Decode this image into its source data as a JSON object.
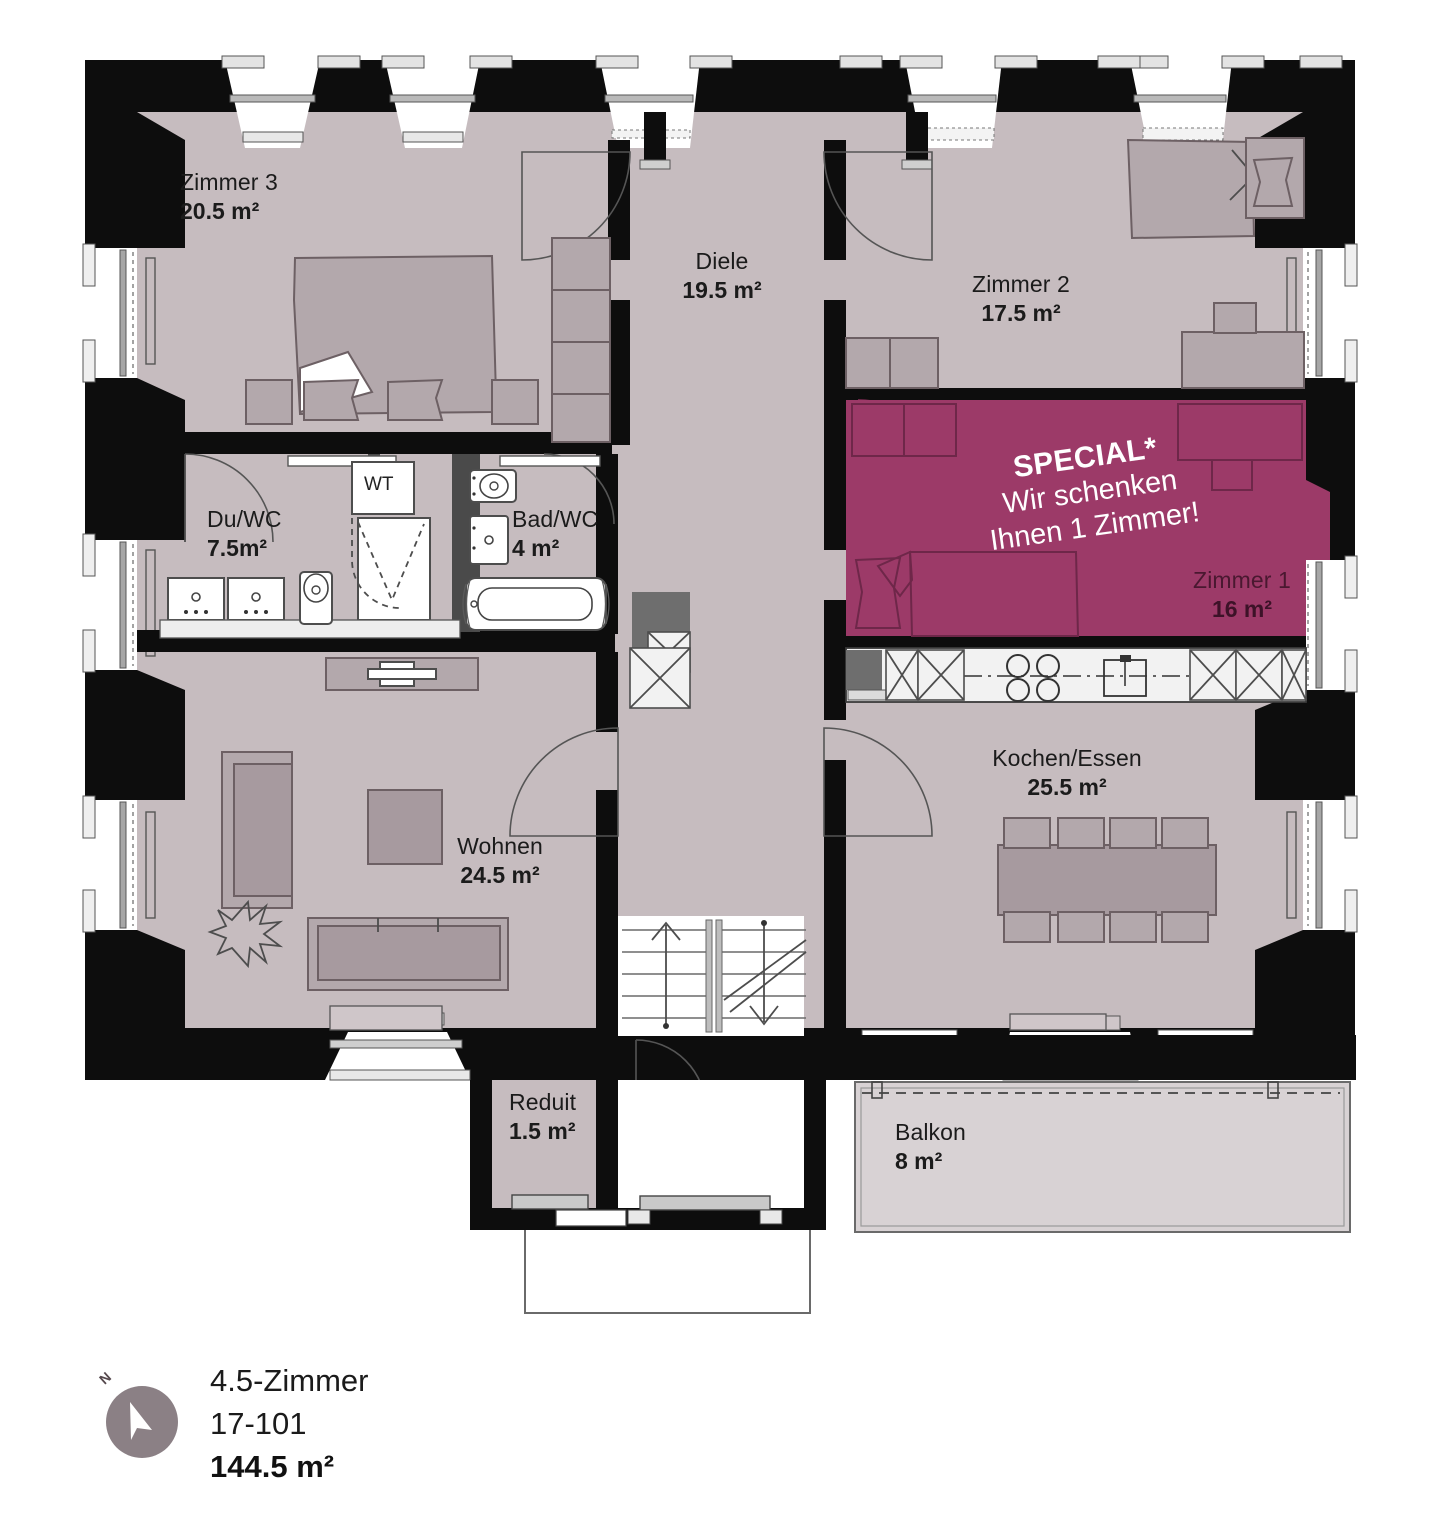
{
  "plan": {
    "title": "Apartment floor plan 4.5-Zimmer 17-101",
    "colors": {
      "wall": "#0d0d0d",
      "floor": "#c6bcbf",
      "floor_light": "#d8d2d4",
      "special_room": "#9c3a68",
      "special_room_dark": "#8e3460",
      "furniture": "#b3a8ac",
      "furniture_line": "#6d6064",
      "white": "#ffffff",
      "compass": "#8b8085",
      "text": "#1b1b1b"
    },
    "rooms": [
      {
        "key": "zimmer3",
        "name": "Zimmer 3",
        "area": "20.5 m²",
        "area_num": 20.5
      },
      {
        "key": "diele",
        "name": "Diele",
        "area": "19.5 m²",
        "area_num": 19.5
      },
      {
        "key": "zimmer2",
        "name": "Zimmer 2",
        "area": "17.5 m²",
        "area_num": 17.5
      },
      {
        "key": "duwc",
        "name": "Du/WC",
        "area": "7.5m²",
        "area_num": 7.5
      },
      {
        "key": "badwc",
        "name": "Bad/WC",
        "area": "4 m²",
        "area_num": 4
      },
      {
        "key": "zimmer1",
        "name": "Zimmer 1",
        "area": "16 m²",
        "area_num": 16
      },
      {
        "key": "kochen",
        "name": "Kochen/Essen",
        "area": "25.5 m²",
        "area_num": 25.5
      },
      {
        "key": "wohnen",
        "name": "Wohnen",
        "area": "24.5 m²",
        "area_num": 24.5
      },
      {
        "key": "reduit",
        "name": "Reduit",
        "area": "1.5 m²",
        "area_num": 1.5
      },
      {
        "key": "balkon",
        "name": "Balkon",
        "area": "8 m²",
        "area_num": 8
      }
    ],
    "appliance_labels": [
      {
        "key": "wt",
        "label": "WT"
      }
    ],
    "special": {
      "line1": "SPECIAL*",
      "line2": "Wir schenken",
      "line3": "Ihnen 1 Zimmer!"
    },
    "legend": {
      "compass_letter": "N",
      "line1": "4.5-Zimmer",
      "line2": "17-101",
      "line3": "144.5 m²"
    }
  }
}
